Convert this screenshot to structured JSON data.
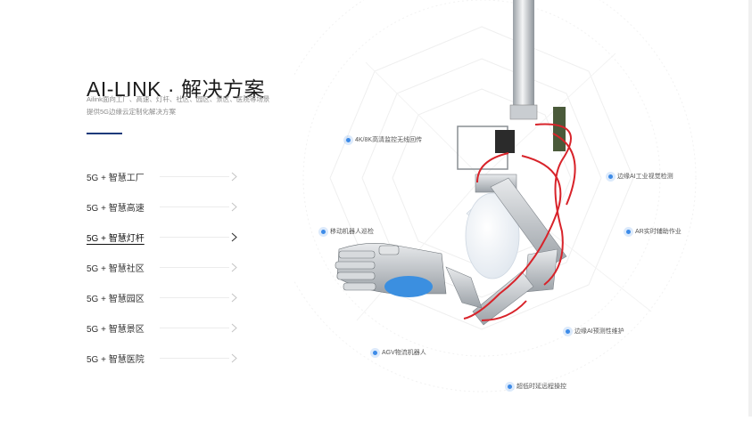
{
  "hero": {
    "title": "AI-LINK · 解决方案",
    "desc_line1": "Ailink面向工厂、高速、灯杆、社区、园区、景区、医院等场景",
    "desc_line2": "提供5G边缘云定制化解决方案"
  },
  "menu": {
    "items": [
      {
        "label": "5G + 智慧工厂"
      },
      {
        "label": "5G + 智慧高速"
      },
      {
        "label": "5G + 智慧灯杆"
      },
      {
        "label": "5G + 智慧社区"
      },
      {
        "label": "5G + 智慧园区"
      },
      {
        "label": "5G + 智慧景区"
      },
      {
        "label": "5G + 智慧医院"
      }
    ],
    "active_label": "5G + 智慧灯杆"
  },
  "callouts": {
    "c1": "4K/8K高清监控无线回传",
    "c2": "边缘AI工业视觉检测",
    "c3": "移动机器人巡检",
    "c4": "AR实时辅助作业",
    "c5": "边缘AI预测性维护",
    "c6": "AGV物流机器人",
    "c7": "超低时延远程操控"
  },
  "colors": {
    "accent": "#1c3a7a",
    "dot": "#3d8be8",
    "cable": "#d8232a",
    "palm": "#3b8fe0"
  }
}
